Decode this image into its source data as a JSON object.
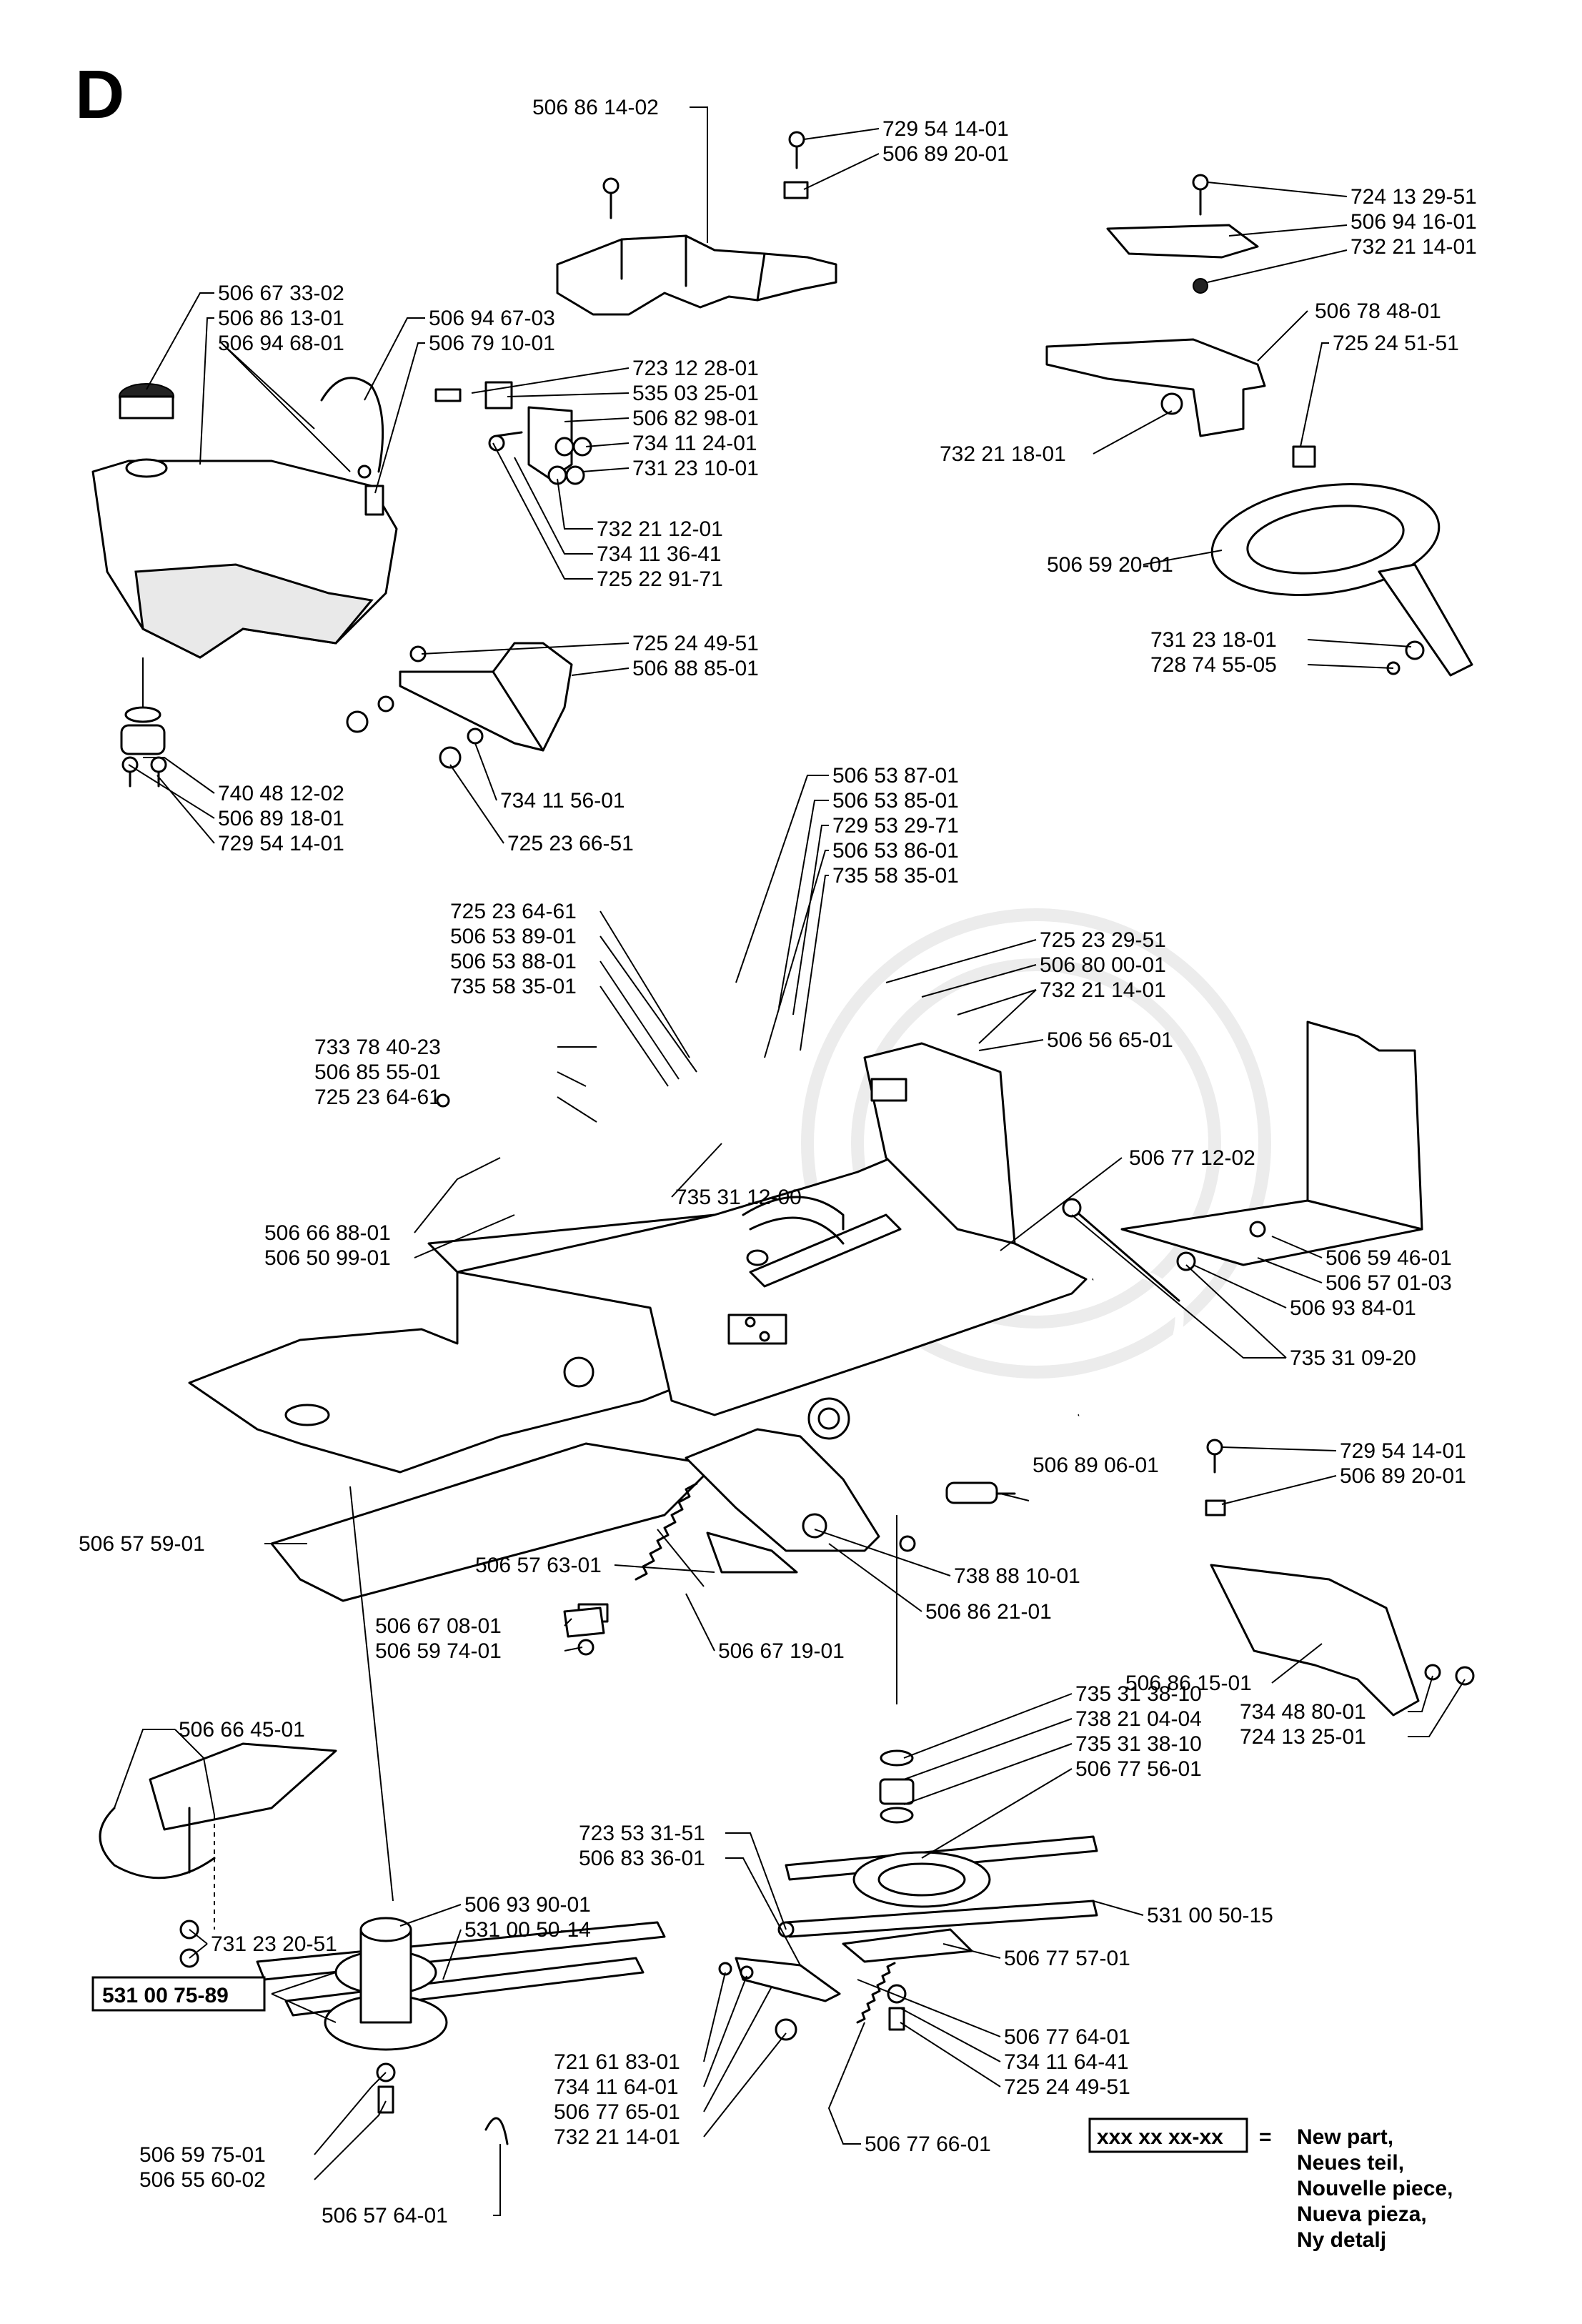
{
  "section_letter": "D",
  "kit": "531 00 75-89",
  "legend": {
    "sample": "xxx xx xx-xx",
    "equals": "=",
    "lines": [
      "New part,",
      "Neues teil,",
      "Nouvelle piece,",
      "Nueva pieza,",
      "Ny detalj"
    ]
  },
  "labels": [
    "506 86 14-02",
    "729 54 14-01",
    "506 89 20-01",
    "724 13 29-51",
    "506 94 16-01",
    "732 21 14-01",
    "506 78 48-01",
    "725 24 51-51",
    "732 21 18-01",
    "506 59 20-01",
    "731 23 18-01",
    "728 74 55-05",
    "506 67 33-02",
    "506 86 13-01",
    "506 94 68-01",
    "506 94 67-03",
    "506 79 10-01",
    "723 12 28-01",
    "535 03 25-01",
    "506 82 98-01",
    "734 11 24-01",
    "731 23 10-01",
    "732 21 12-01",
    "734 11 36-41",
    "725 22 91-71",
    "725 24 49-51",
    "506 88 85-01",
    "740 48 12-02",
    "506 89 18-01",
    "729 54 14-01",
    "734 11 56-01",
    "725 23 66-51",
    "506 53 87-01",
    "506 53 85-01",
    "729 53 29-71",
    "506 53 86-01",
    "735 58 35-01",
    "725 23 64-61",
    "506 53 89-01",
    "506 53 88-01",
    "735 58 35-01",
    "725 23 29-51",
    "506 80 00-01",
    "732 21 14-01",
    "506 56 65-01",
    "733 78 40-23",
    "506 85 55-01",
    "725 23 64-61",
    "506 77 12-02",
    "735 31 12-00",
    "506 66 88-01",
    "506 50 99-01",
    "506 59 46-01",
    "506 57 01-03",
    "506 93 84-01",
    "735 31 09-20",
    "506 89 06-01",
    "729 54 14-01",
    "506 89 20-01",
    "506 57 59-01",
    "506 57 63-01",
    "738 88 10-01",
    "506 86 21-01",
    "506 67 08-01",
    "506 59 74-01",
    "506 67 19-01",
    "506 86 15-01",
    "734 48 80-01",
    "724 13 25-01",
    "506 66 45-01",
    "735 31 38-10",
    "738 21 04-04",
    "735 31 38-10",
    "506 77 56-01",
    "723 53 31-51",
    "506 83 36-01",
    "531 00 50-15",
    "506 77 57-01",
    "731 23 20-51",
    "506 93 90-01",
    "531 00 50-14",
    "721 61 83-01",
    "734 11 64-01",
    "506 77 65-01",
    "732 21 14-01",
    "506 77 64-01",
    "734 11 64-41",
    "725 24 49-51",
    "506 59 75-01",
    "506 55 60-02",
    "506 77 66-01",
    "506 57 64-01"
  ]
}
